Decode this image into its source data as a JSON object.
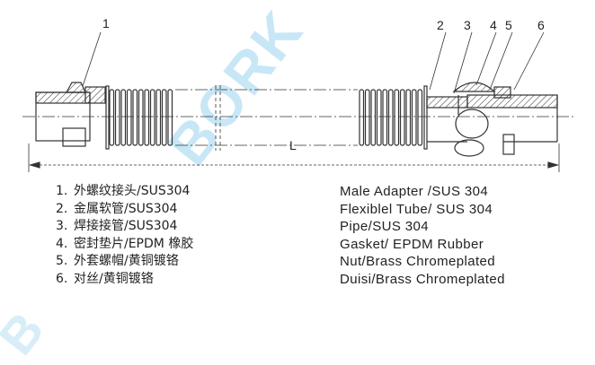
{
  "watermark": "BORK",
  "callouts": [
    "1",
    "2",
    "3",
    "4",
    "5",
    "6"
  ],
  "dimension_label": "L",
  "parts": [
    {
      "num": "1.",
      "cn": "外螺纹接头/SUS304",
      "en": "Male Adapter /SUS 304"
    },
    {
      "num": "2.",
      "cn": "金属软管/SUS304",
      "en": "Flexiblel Tube/ SUS 304"
    },
    {
      "num": "3.",
      "cn": "焊接接管/SUS304",
      "en": "Pipe/SUS 304"
    },
    {
      "num": "4.",
      "cn": "密封垫片/EPDM 橡胶",
      "en": "Gasket/ EPDM Rubber"
    },
    {
      "num": "5.",
      "cn": "外套螺帽/黄铜镀铬",
      "en": "Nut/Brass Chromeplated"
    },
    {
      "num": "6.",
      "cn": "对丝/黄铜镀铬",
      "en": "Duisi/Brass Chromeplated"
    }
  ],
  "colors": {
    "line": "#333333",
    "watermark": "#bfe3f5"
  }
}
